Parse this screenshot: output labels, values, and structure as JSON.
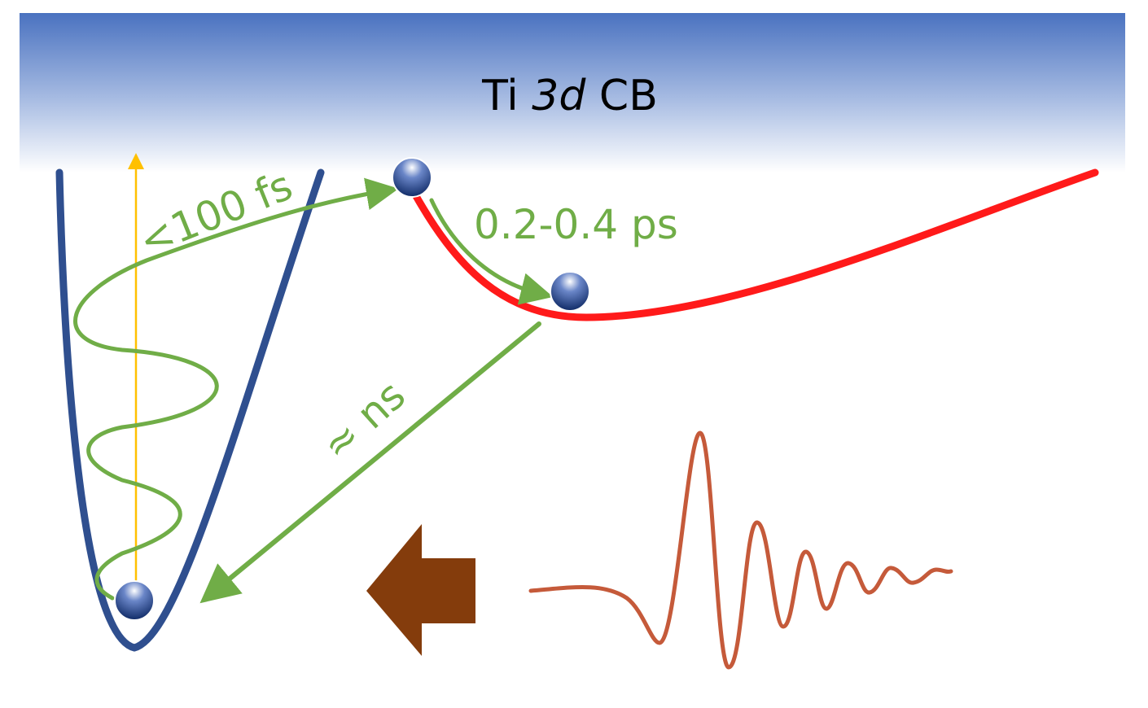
{
  "band": {
    "label_prefix": "Ti ",
    "label_italic": "3d",
    "label_suffix": " CB"
  },
  "timescales": {
    "injection": "<100 fs",
    "trapping": "0.2-0.4 ps",
    "recombination": "≈ ns"
  },
  "colors": {
    "band_top": "#4a72c0",
    "band_bottom": "#ffffff",
    "ground_well": "#2f4f8f",
    "excited_curve": "#ff1a1a",
    "process_arrows": "#70ad47",
    "pump_arrow": "#ffc000",
    "block_arrow": "#843c0c",
    "emission_wave": "#c55a3a",
    "electron_dark": "#1f3a78",
    "electron_light": "#ffffff"
  },
  "icons": {
    "electron": "sphere-icon",
    "block_arrow": "left-arrow-icon",
    "waveform": "damped-wave-icon"
  }
}
